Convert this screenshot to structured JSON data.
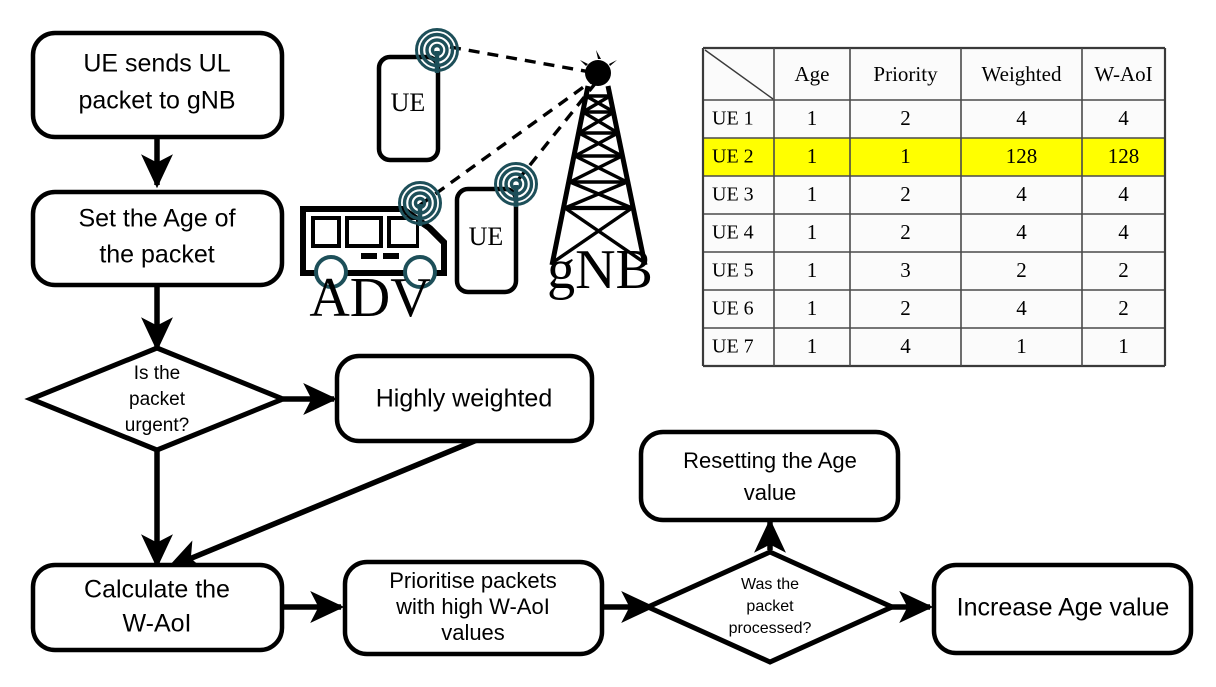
{
  "figure": {
    "title": "W-AoI packet scheduling flowchart with network illustration and UE priority table"
  },
  "flowchart": {
    "nodes": [
      {
        "id": "ue-sends",
        "label_lines": [
          "UE sends UL",
          "packet to gNB"
        ],
        "shape": "rounded-rect"
      },
      {
        "id": "set-age",
        "label_lines": [
          "Set the Age of",
          "the packet"
        ],
        "shape": "rounded-rect"
      },
      {
        "id": "is-urgent",
        "label_lines": [
          "Is the",
          "packet",
          "urgent?"
        ],
        "shape": "diamond"
      },
      {
        "id": "highly-weighted",
        "label_lines": [
          "Highly weighted"
        ],
        "shape": "rounded-rect"
      },
      {
        "id": "calculate-waoi",
        "label_lines": [
          "Calculate the",
          "W-AoI"
        ],
        "shape": "rounded-rect"
      },
      {
        "id": "prioritise",
        "label_lines": [
          "Prioritise packets",
          "with high W-AoI",
          "values"
        ],
        "shape": "rounded-rect"
      },
      {
        "id": "was-processed",
        "label_lines": [
          "Was the",
          "packet",
          "processed?"
        ],
        "shape": "diamond"
      },
      {
        "id": "resetting-age",
        "label_lines": [
          "Resetting the Age",
          "value"
        ],
        "shape": "rounded-rect"
      },
      {
        "id": "increase-age",
        "label_lines": [
          "Increase Age value"
        ],
        "shape": "rounded-rect"
      }
    ]
  },
  "illustration": {
    "ue_top_label": "UE",
    "ue_bottom_label": "UE",
    "vehicle_label": "ADV",
    "basestation_label": "gNB",
    "icons": [
      "signal-waves-icon",
      "bus-icon",
      "cell-tower-icon",
      "smartphone-icon"
    ]
  },
  "table": {
    "corner_label": "",
    "columns": [
      "Age",
      "Priority",
      "Weighted",
      "W-AoI"
    ],
    "rows": [
      {
        "name": "UE 1",
        "values": [
          "1",
          "2",
          "4",
          "4"
        ],
        "highlighted": false
      },
      {
        "name": "UE 2",
        "values": [
          "1",
          "1",
          "128",
          "128"
        ],
        "highlighted": true
      },
      {
        "name": "UE 3",
        "values": [
          "1",
          "2",
          "4",
          "4"
        ],
        "highlighted": false
      },
      {
        "name": "UE 4",
        "values": [
          "1",
          "2",
          "4",
          "4"
        ],
        "highlighted": false
      },
      {
        "name": "UE 5",
        "values": [
          "1",
          "3",
          "2",
          "2"
        ],
        "highlighted": false
      },
      {
        "name": "UE 6",
        "values": [
          "1",
          "2",
          "4",
          "2"
        ],
        "highlighted": false
      },
      {
        "name": "UE 7",
        "values": [
          "1",
          "4",
          "1",
          "1"
        ],
        "highlighted": false
      }
    ],
    "highlight_color": "#ffff00"
  },
  "colors": {
    "stroke": "#000000",
    "background": "#ffffff",
    "signal_teal": "#1d4f59",
    "table_grid": "#4a4a4a",
    "highlight": "#ffff00"
  }
}
